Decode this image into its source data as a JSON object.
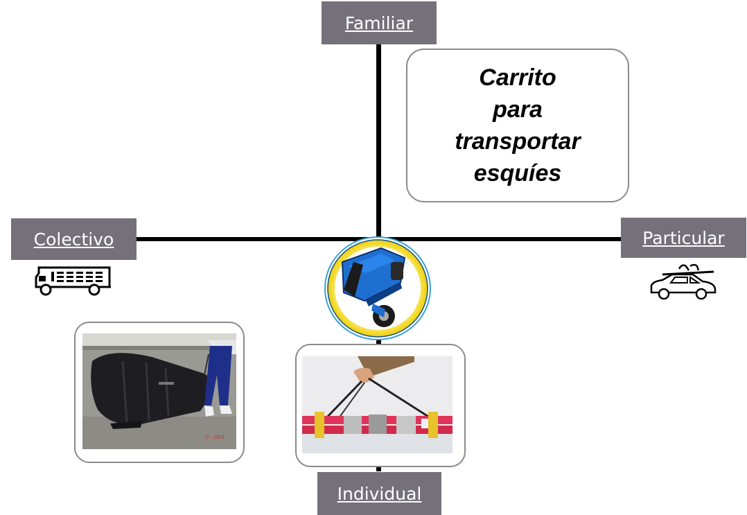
{
  "title": "Carrito para transportar esquíes",
  "title_lines": [
    "Carrito",
    "para",
    "transportar",
    "esquíes"
  ],
  "axes": {
    "top": "Familiar",
    "bottom": "Individual",
    "left": "Colectivo",
    "right": "Particular"
  },
  "photos": {
    "product": "blue-ski-carrier-photo",
    "ski_bag": "ski-bag-photo",
    "ski_strap": "ski-strap-photo"
  },
  "photo_caption": "© .ditd",
  "icons": {
    "left": "school-bus-icon",
    "right": "car-with-skis-icon"
  },
  "colors": {
    "label_bg": "#75707a",
    "label_text": "#ffffff",
    "axis": "#000000",
    "badge_ring": "#f2dc3c",
    "carrier_blue": "#1f6fd0"
  }
}
